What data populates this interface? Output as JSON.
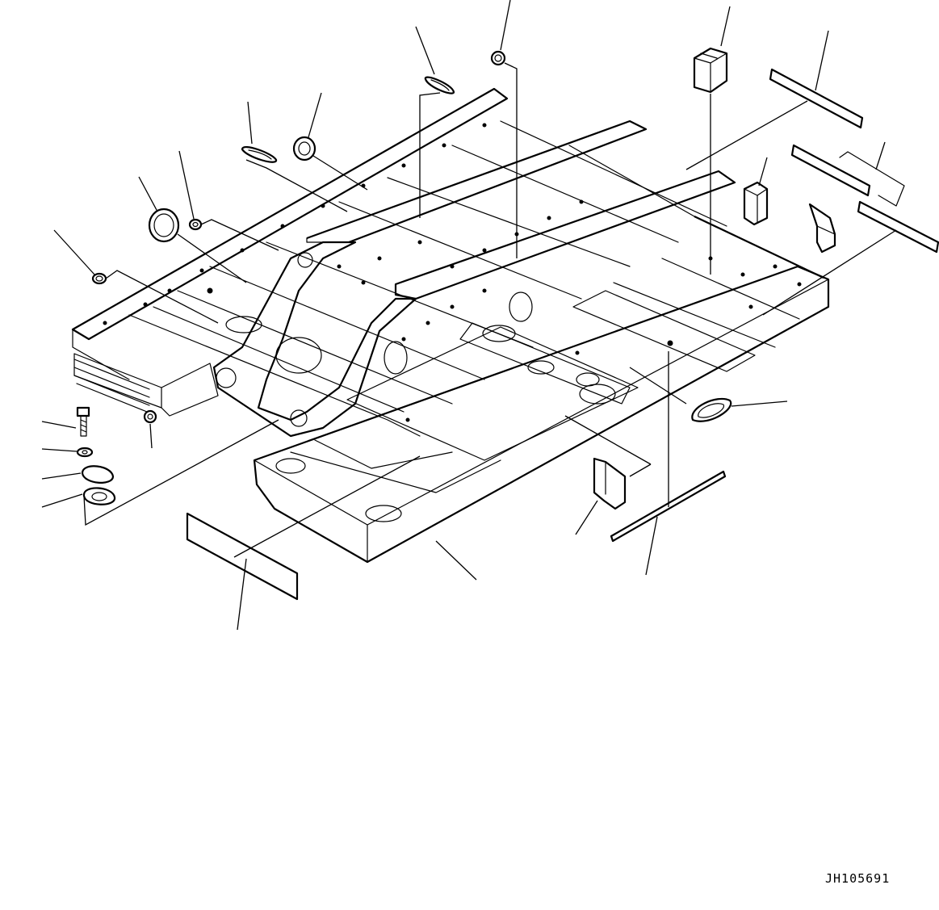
{
  "figure": {
    "drawing_id": "JH105691",
    "colors": {
      "line": "#000000",
      "background": "#ffffff"
    }
  },
  "parts": [
    {
      "name": "grommet-left-small"
    },
    {
      "name": "seal-ring-large"
    },
    {
      "name": "grommet-small"
    },
    {
      "name": "grommet-oval"
    },
    {
      "name": "grommet-round"
    },
    {
      "name": "grommet-oval-top"
    },
    {
      "name": "grommet-top"
    },
    {
      "name": "cover-block-top"
    },
    {
      "name": "seal-strip-long-top"
    },
    {
      "name": "seal-strip-pair"
    },
    {
      "name": "pad-block"
    },
    {
      "name": "pad-wedge"
    },
    {
      "name": "grommet-oval-right"
    },
    {
      "name": "seal-strip-bottom"
    },
    {
      "name": "cover-plate"
    },
    {
      "name": "revolving-frame"
    },
    {
      "name": "cover-sheet"
    },
    {
      "name": "bolt"
    },
    {
      "name": "washer"
    },
    {
      "name": "gasket-plate"
    },
    {
      "name": "gasket-plate-lower"
    },
    {
      "name": "nut"
    }
  ]
}
